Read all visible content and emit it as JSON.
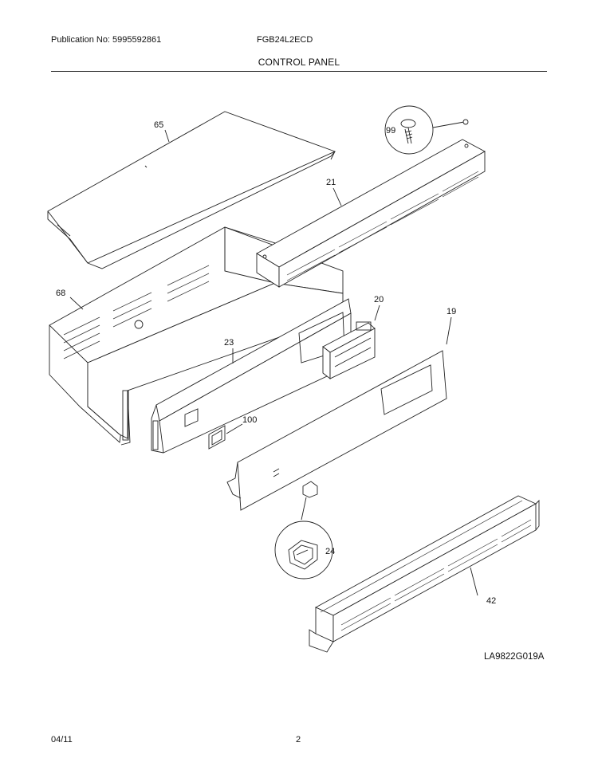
{
  "header": {
    "publication": "Publication No: 5995592861",
    "model": "FGB24L2ECD",
    "section_title": "CONTROL PANEL"
  },
  "diagram": {
    "part_labels": [
      "65",
      "99",
      "21",
      "68",
      "20",
      "19",
      "23",
      "100",
      "24",
      "42"
    ],
    "drawing_number": "LA9822G019A"
  },
  "footer": {
    "date": "04/11",
    "page": "2"
  }
}
